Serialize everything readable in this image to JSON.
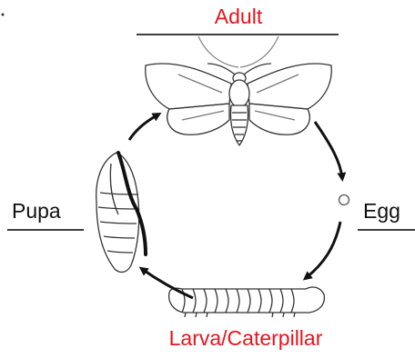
{
  "diagram": {
    "stages": {
      "adult": "Adult",
      "egg": "Egg",
      "larva": "Larva/Caterpillar",
      "pupa": "Pupa"
    },
    "colors": {
      "highlight_label": "#e8141b",
      "plain_label": "#111111",
      "line": "#222222",
      "arrow": "#111111"
    }
  }
}
